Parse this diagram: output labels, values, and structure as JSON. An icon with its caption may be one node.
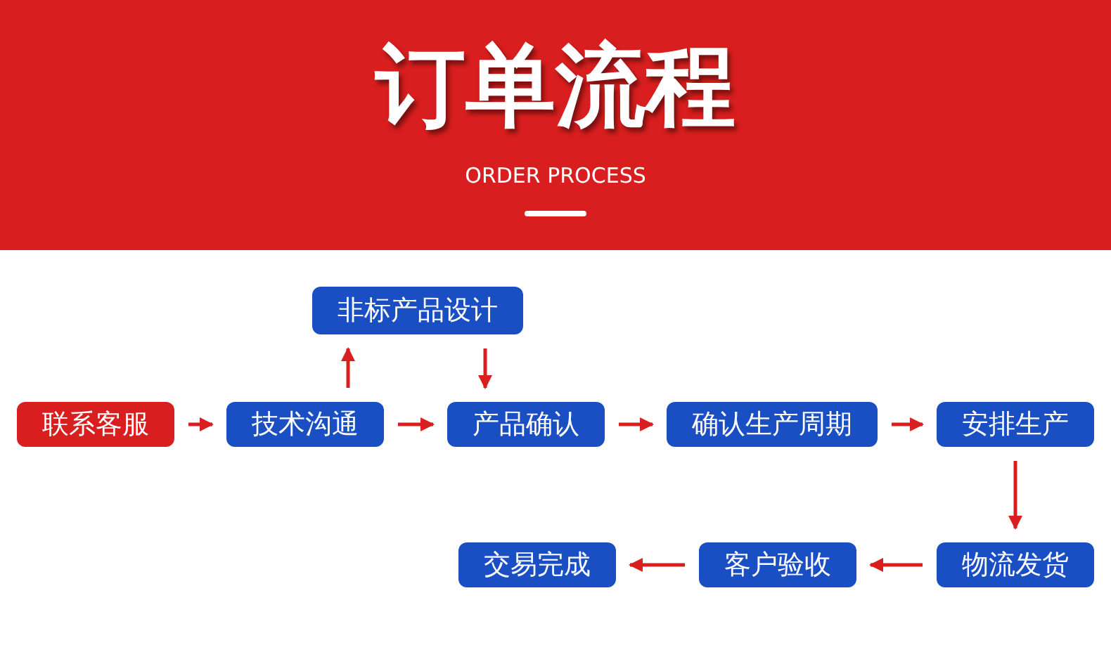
{
  "diagram": {
    "title": "订单流程",
    "nodes": [
      {
        "text": [
          "非标产品设计"
        ]
      },
      {
        "text": [
          "联系客服"
        ]
      },
      {
        "text": [
          "技术沟通"
        ]
      },
      {
        "text": [
          "产品确认"
        ]
      },
      {
        "text": [
          "确认生产周期"
        ]
      },
      {
        "text": [
          "安排生产"
        ]
      },
      {
        "text": [
          "交易完成"
        ]
      },
      {
        "text": [
          "客户验收"
        ]
      },
      {
        "text": [
          "物流发货"
        ]
      }
    ],
    "edges": [
      {
        "from": 1,
        "to": 2,
        "arrow": "to"
      },
      {
        "from": 2,
        "to": 0,
        "arrow": "to"
      },
      {
        "from": 0,
        "to": 3,
        "arrow": "to"
      },
      {
        "from": 2,
        "to": 3,
        "arrow": "to"
      },
      {
        "from": 3,
        "to": 4,
        "arrow": "to"
      },
      {
        "from": 4,
        "to": 5,
        "arrow": "to"
      },
      {
        "from": 5,
        "to": 8,
        "arrow": "to"
      },
      {
        "from": 8,
        "to": 7,
        "arrow": "to"
      },
      {
        "from": 7,
        "to": 6,
        "arrow": "to"
      }
    ],
    "labels": [
      "ORDER PROCESS"
    ]
  }
}
